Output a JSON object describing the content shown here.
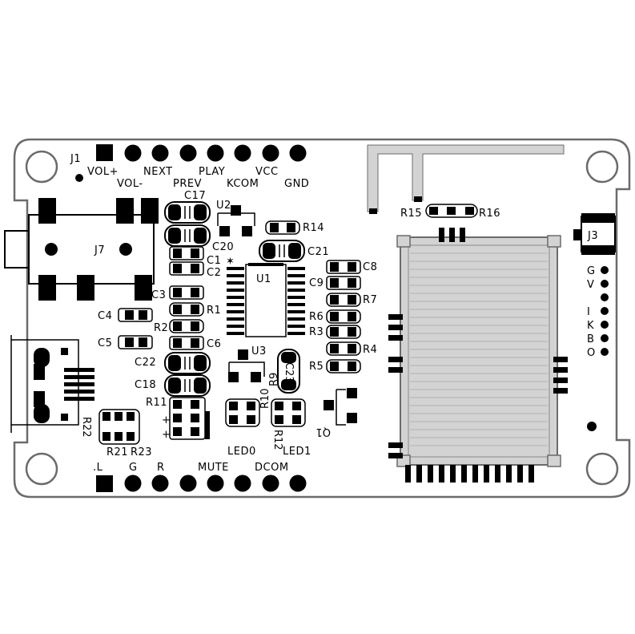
{
  "board": {
    "outline_color": "#6b6b6b",
    "copper_color": "#000000",
    "pad_outline_color": "#000000",
    "shield_color": "#d3d3d3"
  },
  "headers": {
    "j1": {
      "designator": "J1",
      "top_labels": [
        "VOL+",
        "NEXT",
        "PLAY",
        "VCC"
      ],
      "bottom_labels": [
        "VOL-",
        "PREV",
        "KCOM",
        "GND"
      ]
    },
    "bottom": {
      "top_labels": [
        "LED0",
        "LED1"
      ],
      "middle_labels": [
        "MUTE",
        "DCOM"
      ],
      "bottom_labels": [
        ".L",
        "G",
        "R"
      ]
    },
    "j3": {
      "designator": "J3",
      "pins": [
        "G",
        "V",
        "I",
        "K",
        "B",
        "O"
      ]
    }
  },
  "components": {
    "jack": "J7",
    "ic": "U1",
    "reg": "U2",
    "u3": "U3",
    "q1": "Q1",
    "c1": "C1",
    "c2": "C2",
    "c3": "C3",
    "c4": "C4",
    "c5": "C5",
    "c6": "C6",
    "c8": "C8",
    "c9": "C9",
    "c17": "C17",
    "c18": "C18",
    "c20": "C20",
    "c21": "C21",
    "c22": "C22",
    "c23": "C23",
    "r1": "R1",
    "r2": "R2",
    "r3": "R3",
    "r4": "R4",
    "r5": "R5",
    "r6": "R6",
    "r7": "R7",
    "r9": "R9",
    "r10": "R10",
    "r11": "R11",
    "r12": "R12",
    "r14": "R14",
    "r15": "R15",
    "r16": "R16",
    "r21": "R21",
    "r22": "R22",
    "r23": "R23",
    "plus1": "+",
    "plus2": "+"
  }
}
